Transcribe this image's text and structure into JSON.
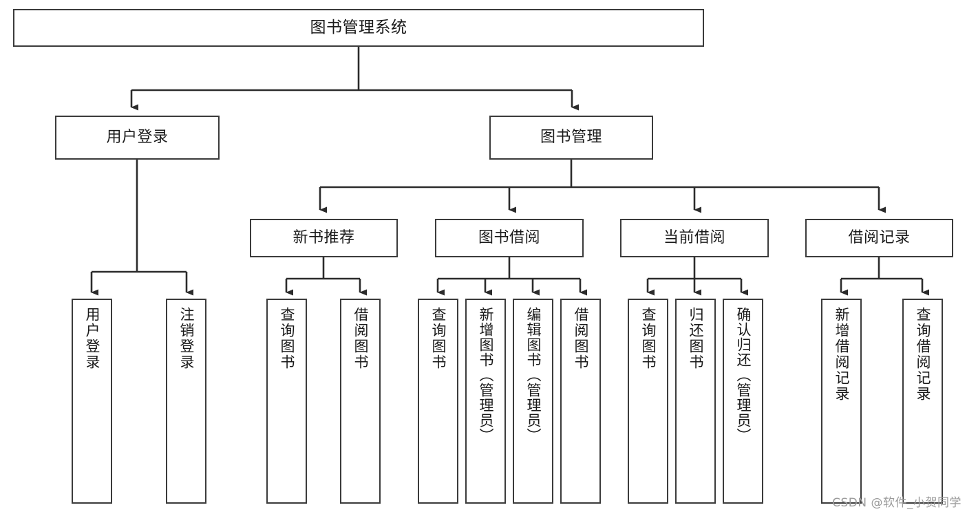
{
  "diagram": {
    "title": "图书管理系统",
    "type": "tree-hierarchy",
    "watermark": "CSDN @软件_小贺同学",
    "level1": [
      {
        "label": "用户登录"
      },
      {
        "label": "图书管理"
      }
    ],
    "level2": [
      {
        "label": "新书推荐"
      },
      {
        "label": "图书借阅"
      },
      {
        "label": "当前借阅"
      },
      {
        "label": "借阅记录"
      }
    ],
    "leaves": {
      "user_login": [
        {
          "label": "用户登录"
        },
        {
          "label": "注销登录"
        }
      ],
      "new_book": [
        {
          "label": "查询图书"
        },
        {
          "label": "借阅图书"
        }
      ],
      "book_borrow": [
        {
          "label": "查询图书"
        },
        {
          "label": "新增图书（管理员）"
        },
        {
          "label": "编辑图书（管理员）"
        },
        {
          "label": "借阅图书"
        }
      ],
      "current_borrow": [
        {
          "label": "查询图书"
        },
        {
          "label": "归还图书"
        },
        {
          "label": "确认归还（管理员）"
        }
      ],
      "borrow_record": [
        {
          "label": "新增借阅记录"
        },
        {
          "label": "查询借阅记录"
        }
      ]
    }
  }
}
